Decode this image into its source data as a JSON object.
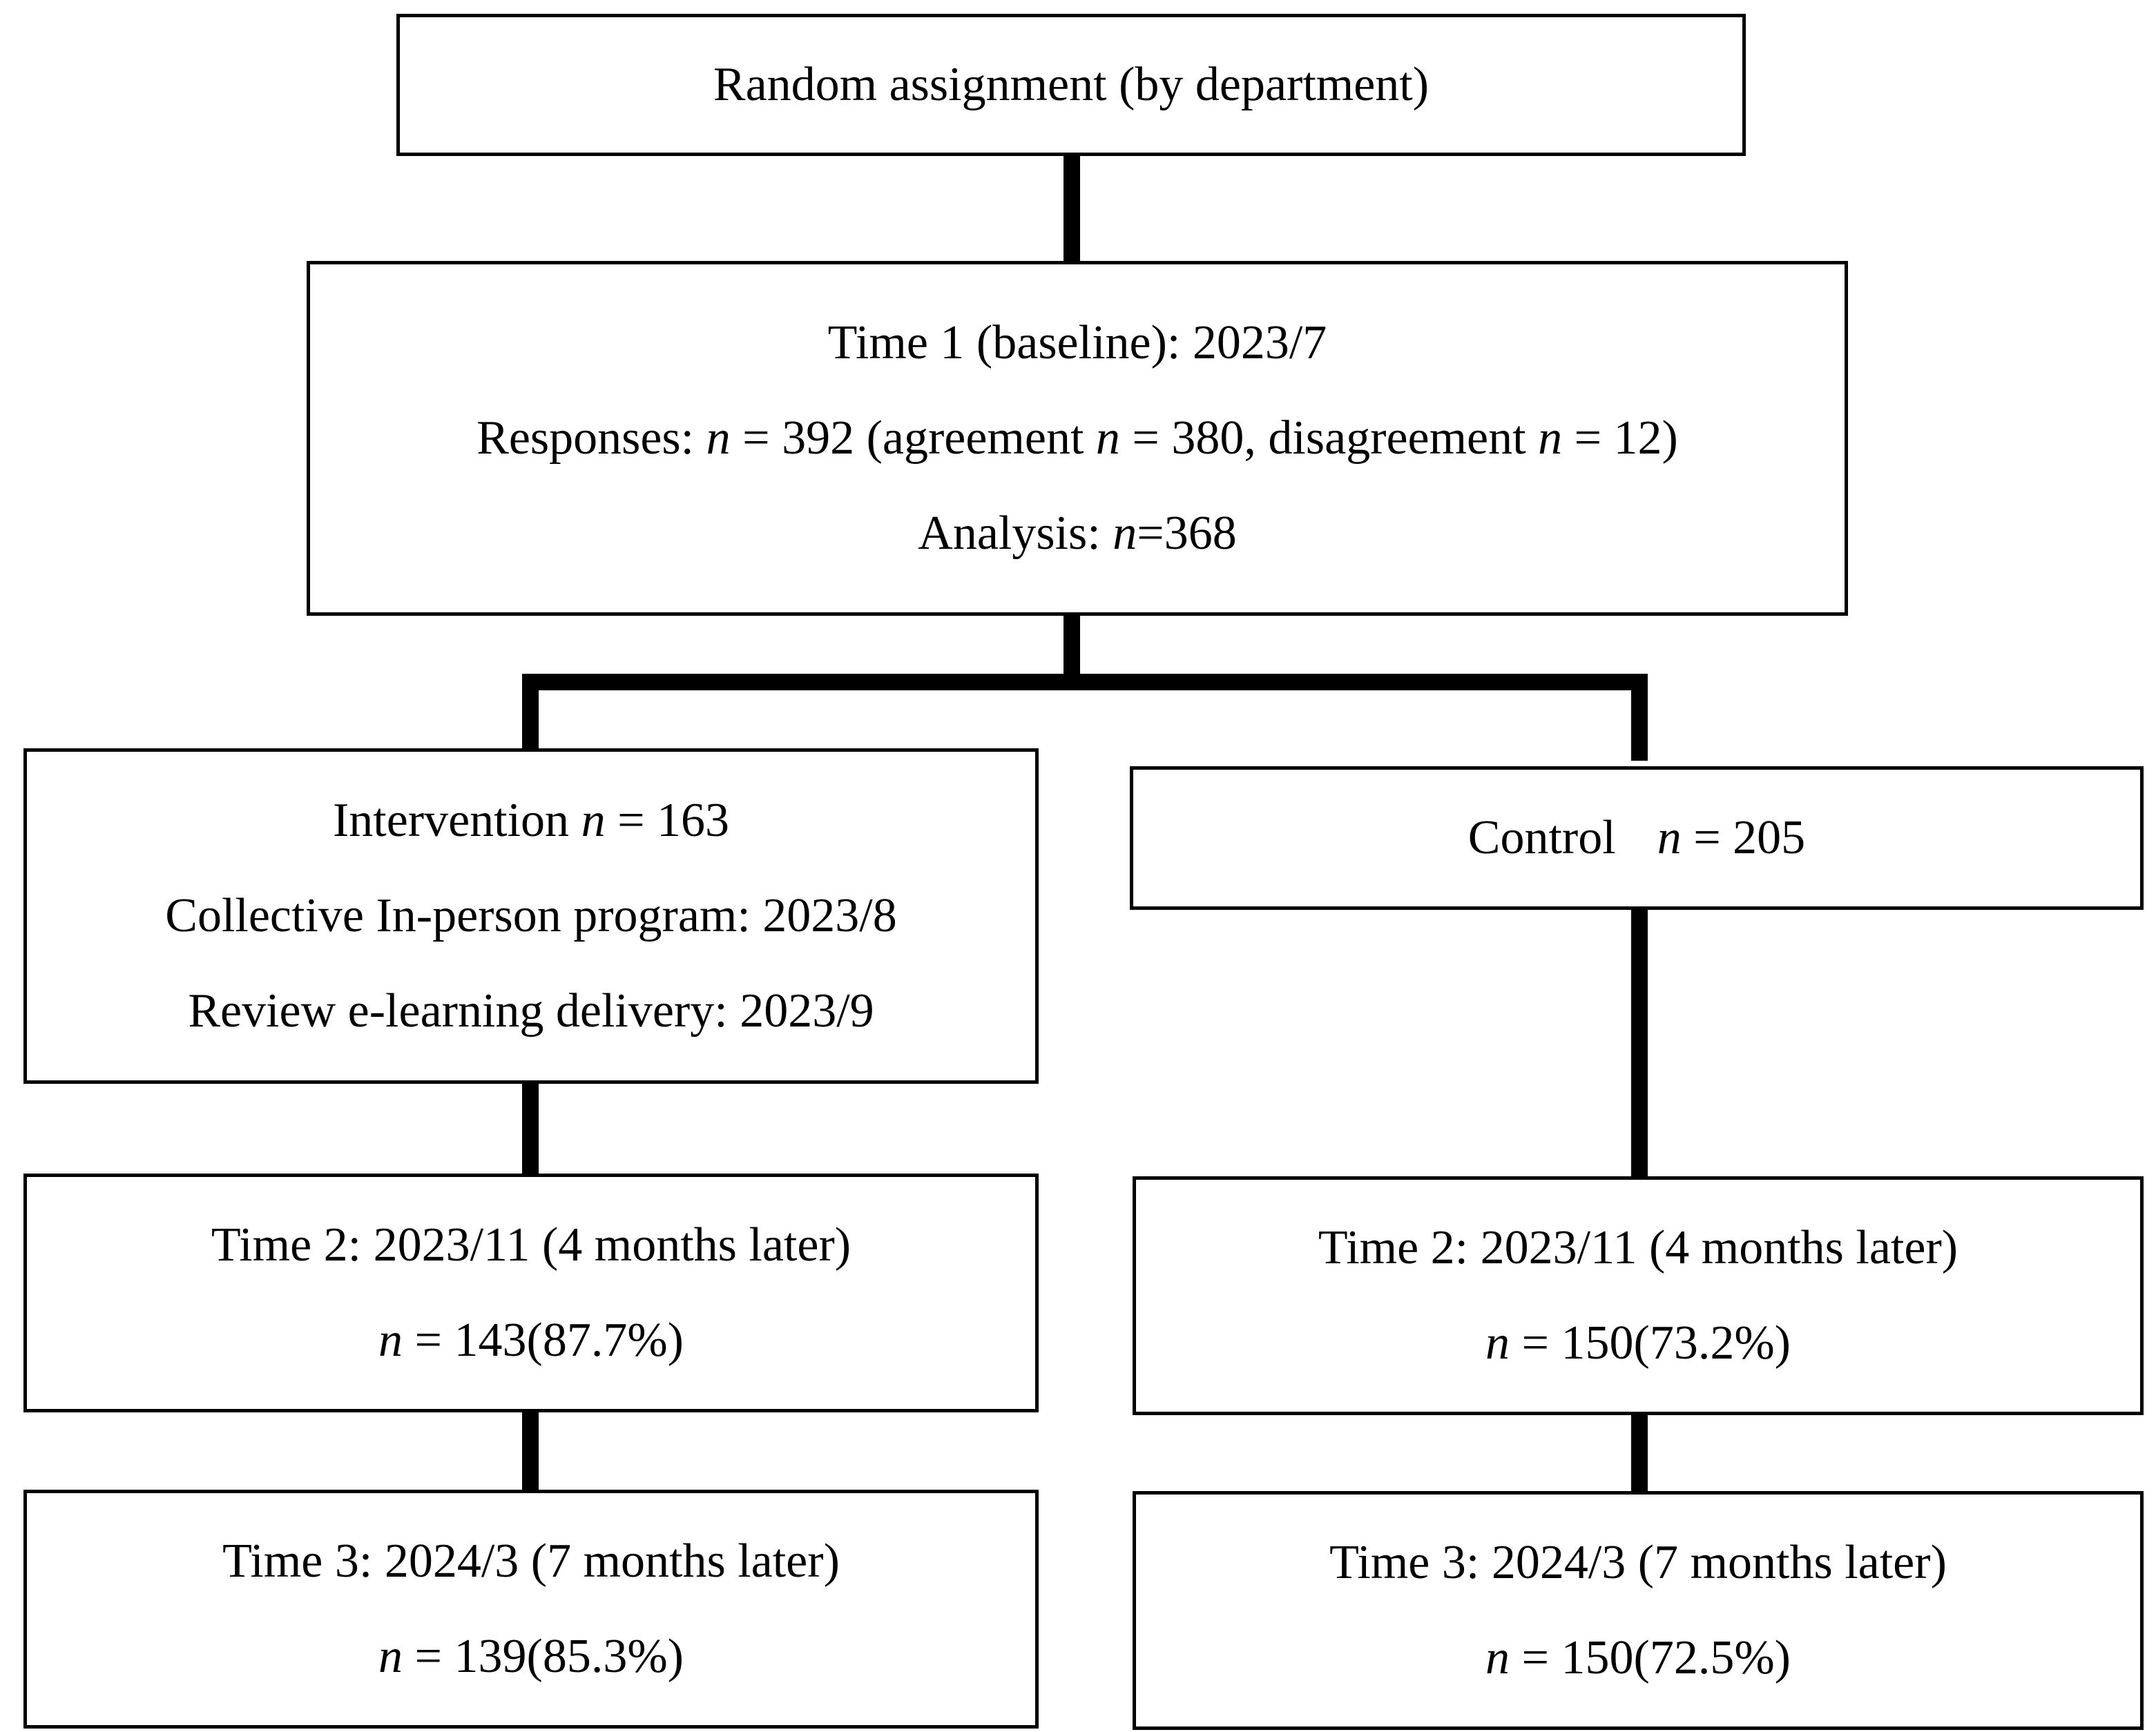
{
  "random": {
    "label": "Random assignment (by department)"
  },
  "time1": {
    "line1": "Time 1 (baseline): 2023/7",
    "line2_prefix": "Responses: ",
    "n": "n",
    "line2_a": " = 392 (agreement ",
    "line2_b": " = 380, disagreement ",
    "line2_c": " = 12)",
    "line3_prefix": "Analysis: ",
    "line3_value": "=368"
  },
  "intervention": {
    "title_prefix": "Intervention ",
    "n": "n",
    "title_value": " = 163",
    "line2": "Collective In-person program: 2023/8",
    "line3": "Review e-learning delivery: 2023/9"
  },
  "control": {
    "title_prefix": "Control",
    "n": "n",
    "title_value": " = 205"
  },
  "intervention_t2": {
    "line1": "Time 2: 2023/11 (4 months later)",
    "n": "n",
    "value": " = 143(87.7%)"
  },
  "control_t2": {
    "line1": "Time 2: 2023/11 (4 months later)",
    "n": "n",
    "value": " = 150(73.2%)"
  },
  "intervention_t3": {
    "line1": "Time 3: 2024/3 (7 months later)",
    "n": "n",
    "value": " = 139(85.3%)"
  },
  "control_t3": {
    "line1": "Time 3: 2024/3 (7 months later)",
    "n": "n",
    "value": " = 150(72.5%)"
  }
}
